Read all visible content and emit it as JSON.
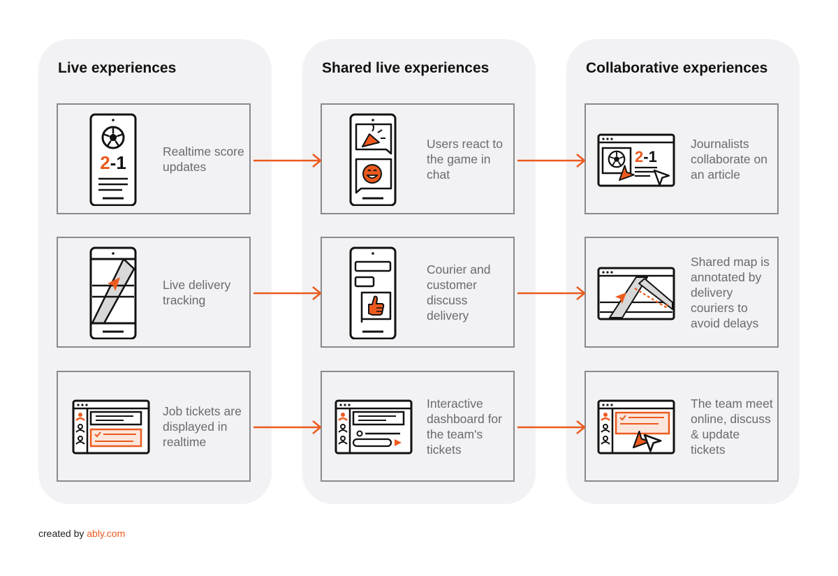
{
  "colors": {
    "accent": "#ec5a1e",
    "ink": "#111111",
    "card_border": "#8a8a8e",
    "column_bg": "#f2f2f4",
    "muted_text": "#6a6a6e"
  },
  "columns": [
    {
      "title": "Live experiences",
      "cards": [
        {
          "text": "Realtime score updates",
          "icon": "phone-football-score-icon",
          "score": "2-1"
        },
        {
          "text": "Live delivery tracking",
          "icon": "phone-map-tracking-icon"
        },
        {
          "text": "Job tickets are displayed in realtime",
          "icon": "dashboard-tickets-icon"
        }
      ]
    },
    {
      "title": "Shared live experiences",
      "cards": [
        {
          "text": "Users react to the game in chat",
          "icon": "phone-chat-reactions-icon"
        },
        {
          "text": "Courier and customer discuss delivery",
          "icon": "phone-chat-thumbs-up-icon"
        },
        {
          "text": "Interactive dashboard for the team's tickets",
          "icon": "dashboard-interactive-icon"
        }
      ]
    },
    {
      "title": "Collaborative experiences",
      "cards": [
        {
          "text": "Journalists collaborate on an article",
          "icon": "browser-collab-article-icon",
          "score": "2-1"
        },
        {
          "text": "Shared map is annotated by delivery couriers to avoid delays",
          "icon": "browser-shared-map-icon"
        },
        {
          "text": "The team meet online, discuss & update tickets",
          "icon": "dashboard-multi-cursor-icon"
        }
      ]
    }
  ],
  "footer": {
    "prefix": "created by",
    "link": "ably.com"
  }
}
